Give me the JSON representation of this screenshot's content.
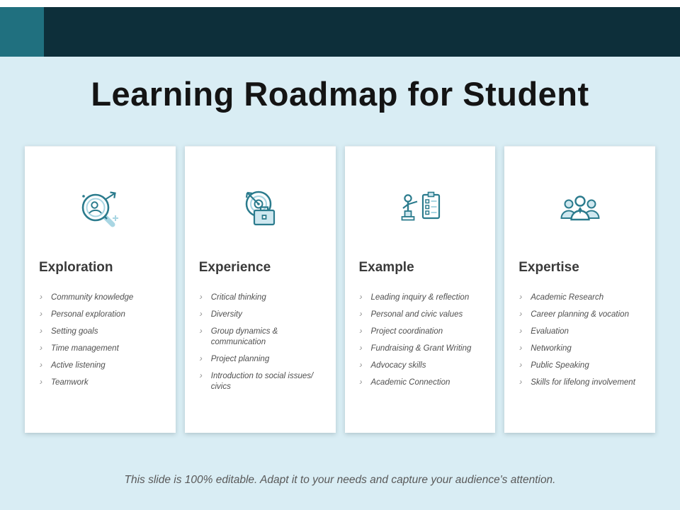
{
  "header": {
    "title": "Learning Roadmap for Student"
  },
  "chrome": {
    "list_marker": "›"
  },
  "columns": [
    {
      "heading": "Exploration",
      "icon": "search-person-icon",
      "items": [
        "Community knowledge",
        "Personal exploration",
        "Setting goals",
        "Time management",
        "Active listening",
        "Teamwork"
      ]
    },
    {
      "heading": "Experience",
      "icon": "target-briefcase-icon",
      "items": [
        "Critical thinking",
        "Diversity",
        "Group dynamics & communication",
        "Project planning",
        "Introduction to social issues/ civics"
      ]
    },
    {
      "heading": "Example",
      "icon": "presenter-checklist-icon",
      "items": [
        "Leading inquiry & reflection",
        "Personal and civic values",
        "Project coordination",
        "Fundraising & Grant Writing",
        "Advocacy skills",
        "Academic Connection"
      ]
    },
    {
      "heading": "Expertise",
      "icon": "team-icon",
      "items": [
        "Academic Research",
        "Career planning & vocation",
        "Evaluation",
        "Networking",
        "Public Speaking",
        "Skills for lifelong involvement"
      ]
    }
  ],
  "footer": {
    "note": "This slide is 100% editable. Adapt it to your needs and capture your audience's attention."
  },
  "colors": {
    "banner_dark": "#0d2f3a",
    "banner_teal": "#20707f",
    "background": "#d9edf4",
    "icon_stroke": "#2b7b8d",
    "icon_light": "#a9d6e3"
  }
}
